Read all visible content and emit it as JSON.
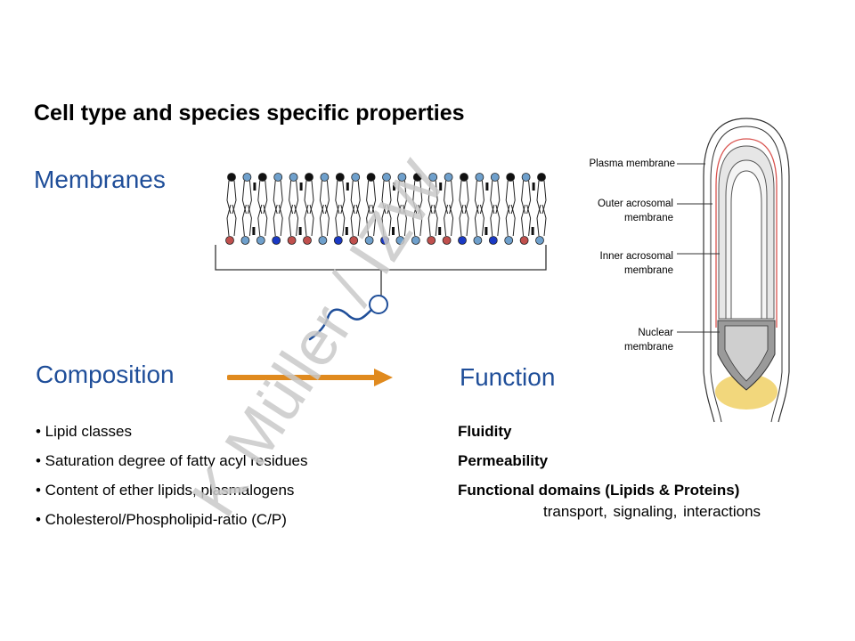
{
  "title": "Cell type and species specific properties",
  "headings": {
    "membranes": "Membranes",
    "composition": "Composition",
    "function": "Function"
  },
  "composition_items": [
    "• Lipid classes",
    "• Saturation degree of fatty acyl residues",
    "• Content of ether lipids, plasmalogens",
    "• Cholesterol/Phospholipid-ratio  (C/P)"
  ],
  "function_items": [
    "Fluidity",
    "Permeability",
    "Functional domains (Lipids & Proteins)"
  ],
  "function_sub": "transport, signaling, interactions",
  "membrane_labels": {
    "plasma": "Plasma membrane",
    "outer_1": "Outer acrosomal",
    "outer_2": "membrane",
    "inner_1": "Inner acrosomal",
    "inner_2": "membrane",
    "nuclear_1": "Nuclear",
    "nuclear_2": "membrane"
  },
  "watermark": "K Müller / IZW",
  "colors": {
    "heading_blue": "#1f4e99",
    "arrow_orange": "#e08a1e",
    "head_blue": "#1a39c4",
    "head_red": "#c0504d",
    "head_light": "#6fa0cc",
    "head_black": "#111111",
    "plasma_red": "#d9534f",
    "nucleus_yellow": "#f2d77c"
  }
}
